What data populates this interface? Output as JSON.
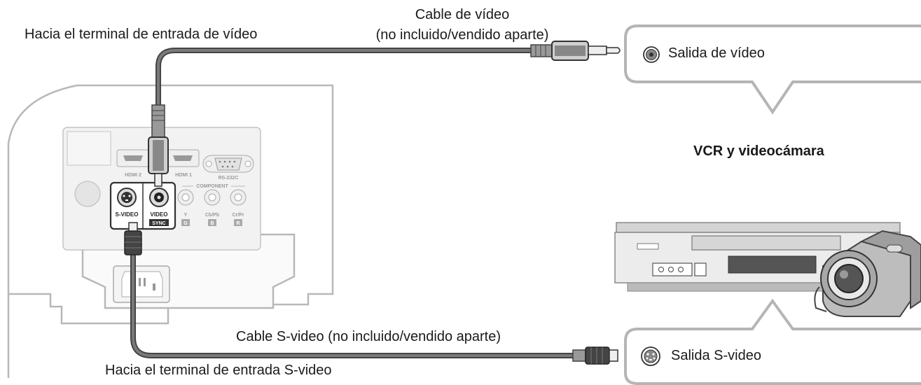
{
  "labels": {
    "video_input_terminal": "Hacia el terminal de entrada de vídeo",
    "video_cable_line1": "Cable de vídeo",
    "video_cable_line2": "(no incluido/vendido aparte)",
    "video_output": "Salida de vídeo",
    "device_name": "VCR y videocámara",
    "svideo_cable": "Cable S-video (no incluido/vendido aparte)",
    "svideo_output": "Salida S-video",
    "svideo_input_terminal": "Hacia el terminal de entrada S-video"
  },
  "panel_labels": {
    "hdmi2": "HDMI 2",
    "hdmi1": "HDMI 1",
    "rs232c": "RS-232C",
    "component": "COMPONENT",
    "svideo": "S-VIDEO",
    "video": "VIDEO",
    "sync": "SYNC",
    "y": "Y",
    "cb": "Cb/Pb",
    "cr": "Cr/Pr",
    "g": "G",
    "b": "B",
    "r": "R"
  },
  "colors": {
    "cable": "#555555",
    "projector_outline": "#b8b8b8",
    "bubble_border": "#b5b5b5"
  }
}
